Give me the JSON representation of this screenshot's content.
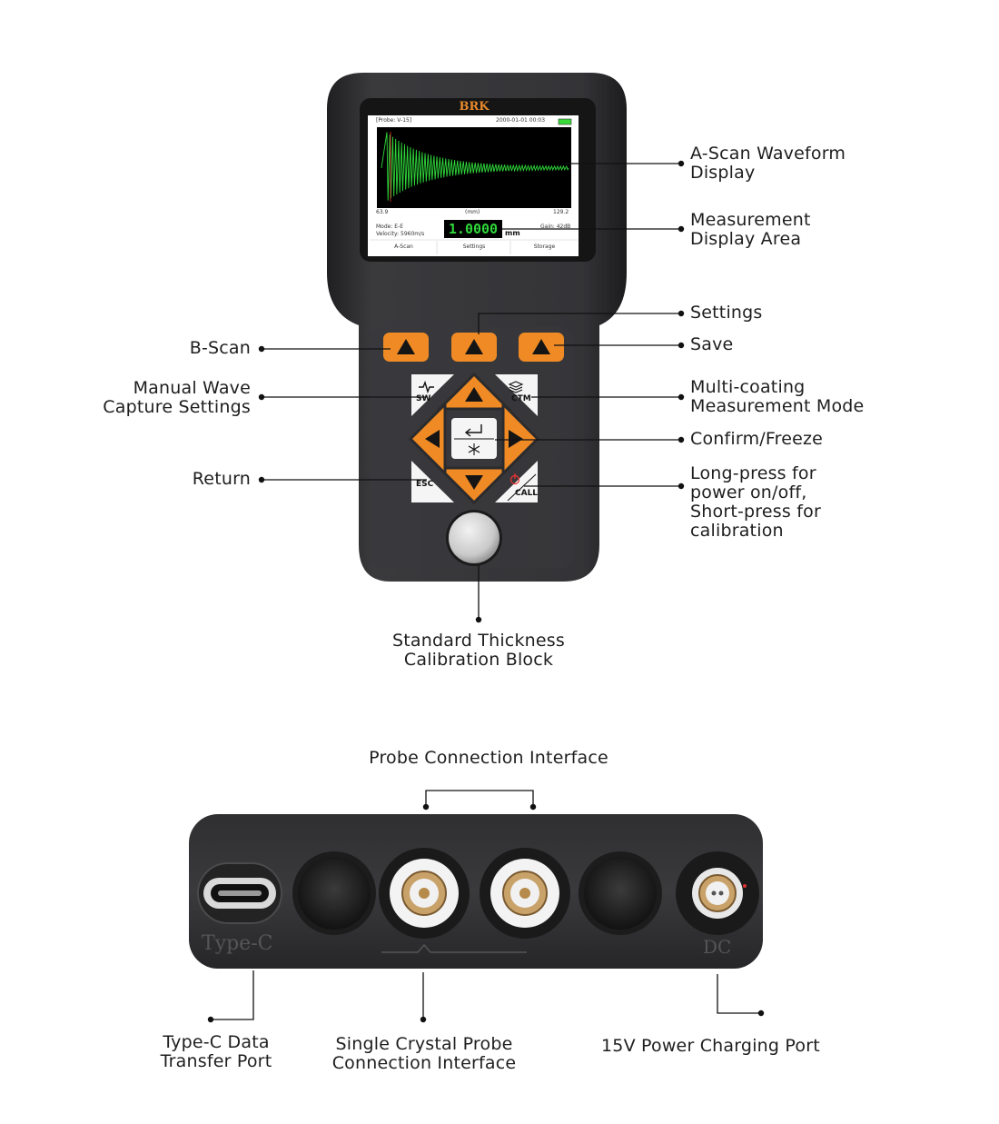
{
  "device": {
    "brand": "BRK",
    "screen": {
      "probe_label": "[Probe: V-15]",
      "datetime": "2000-01-01 00:03",
      "axis_left": "63.9",
      "axis_unit": "(mm)",
      "axis_right": "129.2",
      "mode": "Mode: E-E",
      "velocity": "Velocity: 5960m/s",
      "measurement_value": "1.0000",
      "measurement_unit": "mm",
      "gain": "Gain: 42dB",
      "softkeys": [
        "A-Scan",
        "Settings",
        "Storage"
      ]
    },
    "keys": {
      "sw": "SW",
      "ctm": "CTM",
      "esc": "ESC",
      "call": "CALL"
    }
  },
  "connector_panel": {
    "typec_label": "Type-C",
    "dc_label": "DC"
  },
  "callouts": {
    "ascan_waveform": [
      "A-Scan Waveform",
      "Display"
    ],
    "measurement_area": [
      "Measurement",
      "Display Area"
    ],
    "settings": "Settings",
    "save": "Save",
    "bscan": "B-Scan",
    "manual_wave": [
      "Manual Wave",
      "Capture Settings"
    ],
    "multi_coating": [
      "Multi-coating",
      "Measurement Mode"
    ],
    "confirm_freeze": "Confirm/Freeze",
    "return": "Return",
    "power_calibration": [
      "Long-press for",
      "power on/off,",
      "Short-press for",
      "calibration"
    ],
    "calibration_block": [
      "Standard Thickness",
      "Calibration Block"
    ],
    "probe_interface": "Probe Connection Interface",
    "typec_port": [
      "Type-C Data",
      "Transfer Port"
    ],
    "single_crystal": [
      "Single Crystal Probe",
      "Connection Interface"
    ],
    "power_port": "15V Power Charging Port"
  },
  "colors": {
    "device_body": "#2b2b2d",
    "accent_orange": "#f08a24",
    "waveform_green": "#2fd83a",
    "brand_orange": "#e8892b"
  }
}
